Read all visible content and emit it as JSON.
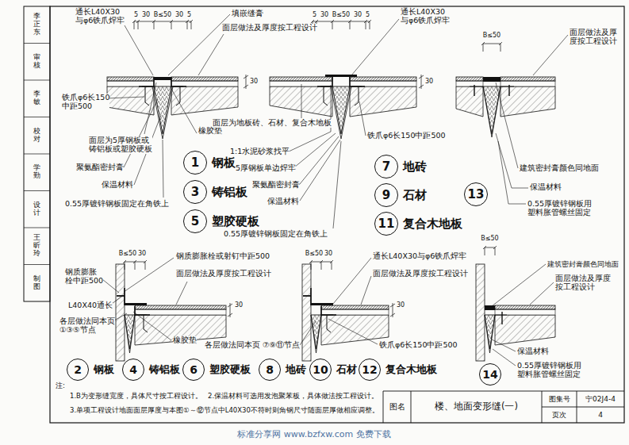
{
  "diagram": {
    "title": "楼、地面变形缝(一)",
    "nodes": [
      {
        "text": [
          "1",
          "钢板"
        ]
      },
      {
        "text": [
          "3",
          "铸铝板"
        ]
      },
      {
        "text": [
          "5",
          "塑胶硬板"
        ]
      },
      {
        "text": [
          "7",
          "地砖"
        ]
      },
      {
        "text": [
          "9",
          "石材"
        ]
      },
      {
        "text": [
          "11",
          "复合木地板"
        ]
      },
      {
        "text": [
          "13"
        ]
      },
      {
        "text": [
          "2",
          "钢板"
        ]
      },
      {
        "text": [
          "4",
          "铸铝板"
        ]
      },
      {
        "text": [
          "6",
          "塑胶硬板"
        ]
      },
      {
        "text": [
          "8",
          "地砖"
        ]
      },
      {
        "text": [
          "10",
          "石材"
        ]
      },
      {
        "text": [
          "12",
          "复合木地板"
        ]
      },
      {
        "text": [
          "14"
        ]
      }
    ],
    "labels": [
      "5",
      "30",
      "B≤50",
      "30",
      "5",
      "通长L40X30 与φ6铁爪焊牢",
      "填嵌缝膏",
      "面层做法及厚度按工程设计",
      "30",
      "铁爪φ6长150 中距500",
      "橡胶垫",
      "面层为5厚钢板或 铸铝板或塑胶硬板",
      "聚氨酯密封膏",
      "保温材料",
      "0.55厚镀锌钢板固定在角铁上",
      "5",
      "30",
      "B≤50",
      "30",
      "5",
      "通长L40X30 与φ6铁爪焊牢",
      "30",
      "面层为地板砖、石材、复合木地板",
      "铁爪φ6长150中距500",
      "1:1水泥砂浆找平",
      "5厚钢板单边焊牢",
      "聚氨酯密封膏",
      "保温材料",
      "0.55厚镀锌钢板固定在角铁上",
      "B≤50",
      "面层做法及厚 度按工程设计",
      "建筑密封膏颜色同地面",
      "保温材料",
      "0.55厚镀锌钢板用 塑料胀管螺丝固定",
      "钢质膨胀 栓中距500",
      "B≤50",
      "30",
      "钢质膨胀栓或射钉中距500",
      "面层做法及厚度按工程设计",
      "L40X40通长",
      "各层做法同本页 ①③⑤节点",
      "30",
      "橡胶垫",
      "B≤50",
      "30",
      "通长L40X30与φ6铁爪焊牢",
      "面层做法及厚度按工程设计",
      "各层做法同本页 ⑦⑨⑪节点",
      "30",
      "铁爪φ6长150中距500",
      "B≤50",
      "建筑密封膏颜色同地面",
      "面层做法及厚度 按工程设计",
      "保温材料",
      "0.55厚镀锌钢板用 塑料胀管螺丝固定",
      "注:",
      "1.B为变形缝宽度，具体尺寸按工程设计。",
      "2.保温材料可选用发泡聚苯板，具体做法按工程设计。",
      "3.单项工程设计地面面层厚度与本图①～⑫节点中L40X30不符时则角钢尺寸随面层厚做相应调整。",
      "图名",
      "图集号",
      "宁02J4-4",
      "页次",
      "4",
      "李正东",
      "审核",
      "李敏",
      "校对",
      "学勤",
      "设计",
      "王昕玲",
      "制图",
      "标准分享网 www.bzfxw.com 免费下载"
    ]
  }
}
